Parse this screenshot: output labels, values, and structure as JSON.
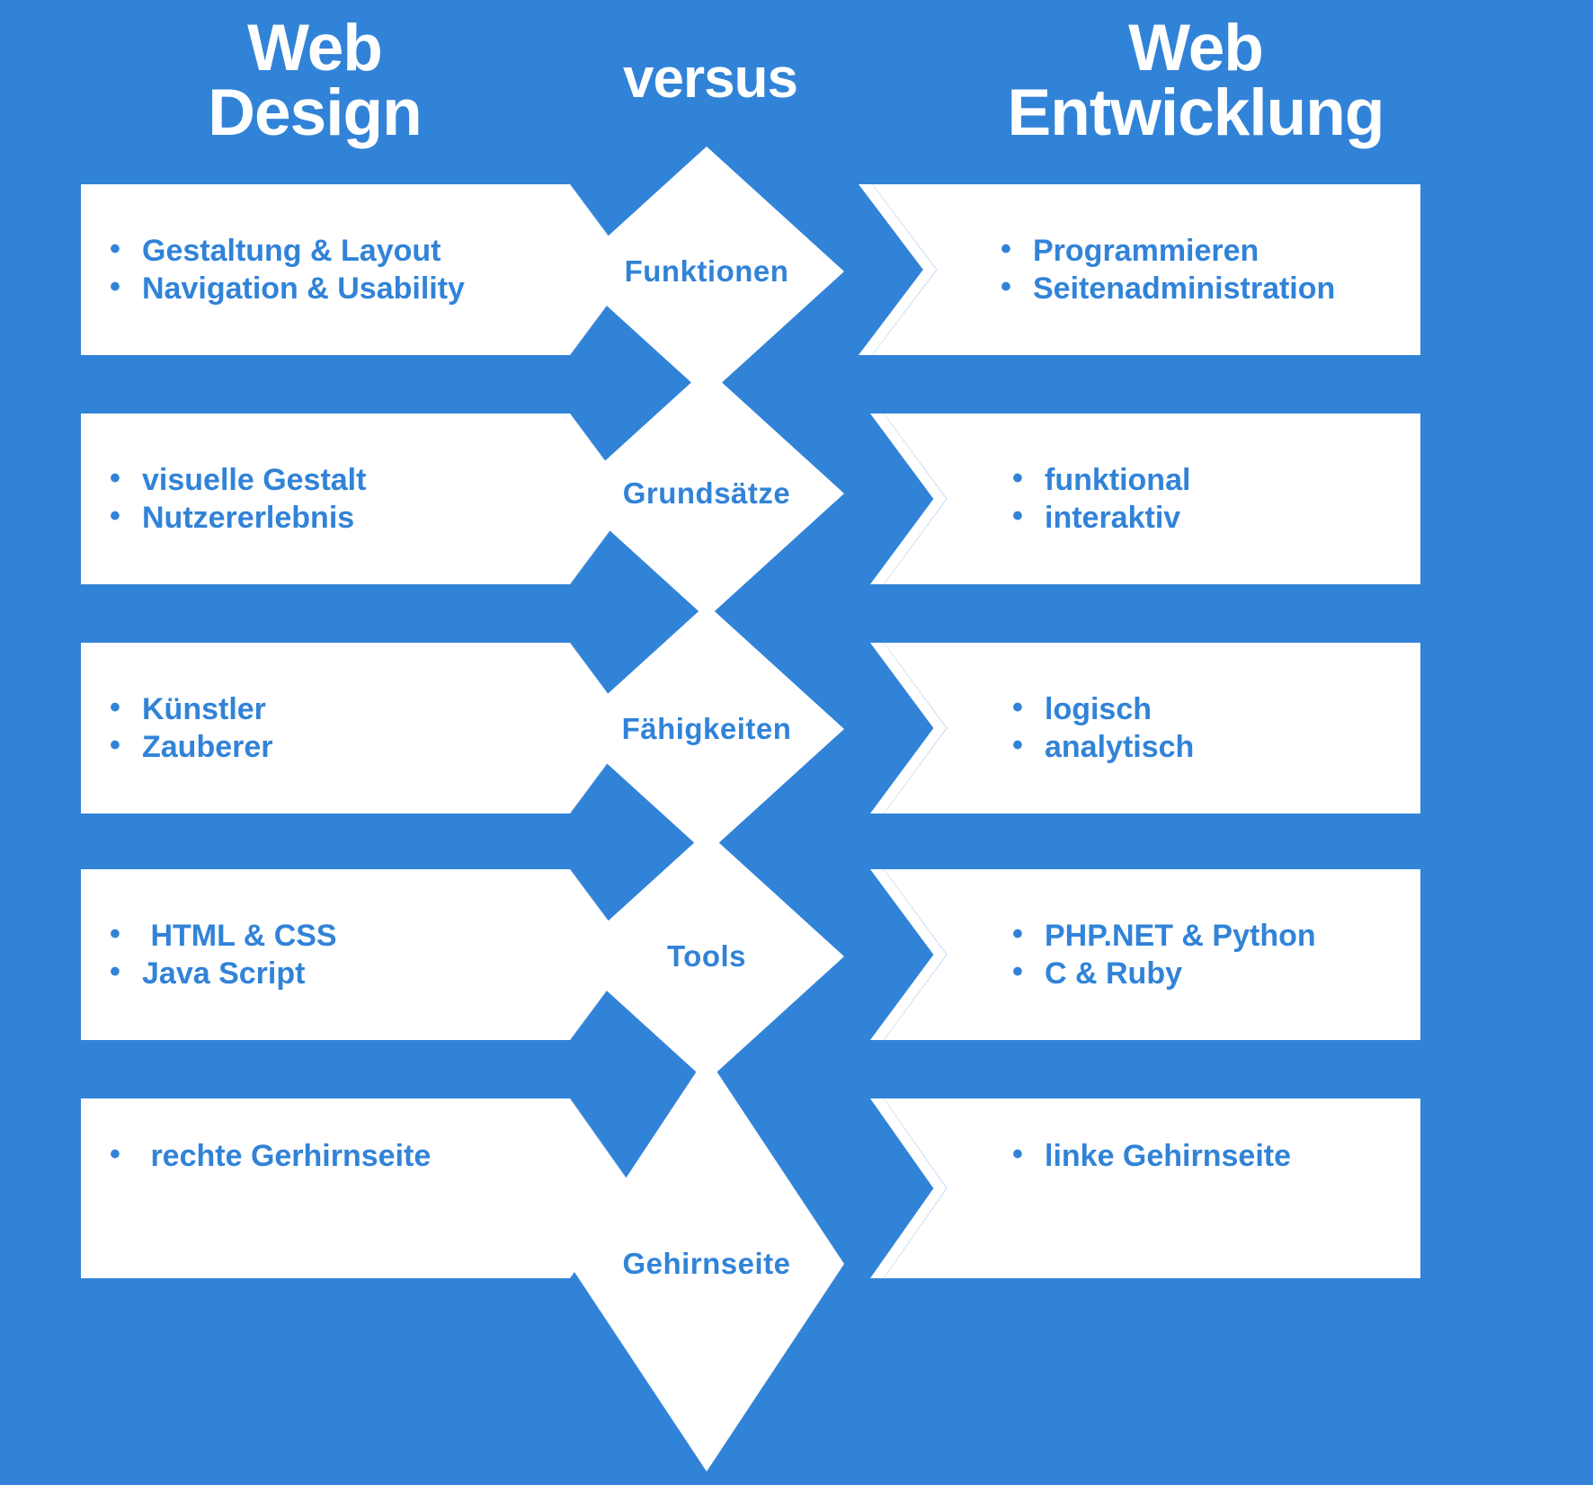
{
  "theme": {
    "background": "#3183d8",
    "panel": "#ffffff",
    "text_accent": "#3183d8",
    "heading_text": "#ffffff"
  },
  "headings": {
    "left": {
      "line1": "Web",
      "line2": "Design"
    },
    "center": "versus",
    "right": {
      "line1": "Web",
      "line2": "Entwicklung"
    }
  },
  "rows": [
    {
      "center_label": "Funktionen",
      "left_items": [
        "Gestaltung & Layout",
        "Navigation & Usability"
      ],
      "right_items": [
        "Programmieren",
        "Seitenadministration"
      ]
    },
    {
      "center_label": "Grundsätze",
      "left_items": [
        "visuelle Gestalt",
        "Nutzererlebnis"
      ],
      "right_items": [
        "funktional",
        "interaktiv"
      ]
    },
    {
      "center_label": "Fähigkeiten",
      "left_items": [
        "Künstler",
        "Zauberer"
      ],
      "right_items": [
        "logisch",
        "analytisch"
      ]
    },
    {
      "center_label": "Tools",
      "left_items": [
        " HTML & CSS",
        "Java Script"
      ],
      "right_items": [
        "PHP.NET & Python",
        "C & Ruby"
      ]
    },
    {
      "center_label": "Gehirnseite",
      "left_items": [
        " rechte Gerhirnseite"
      ],
      "right_items": [
        "linke Gehirnseite"
      ]
    }
  ]
}
